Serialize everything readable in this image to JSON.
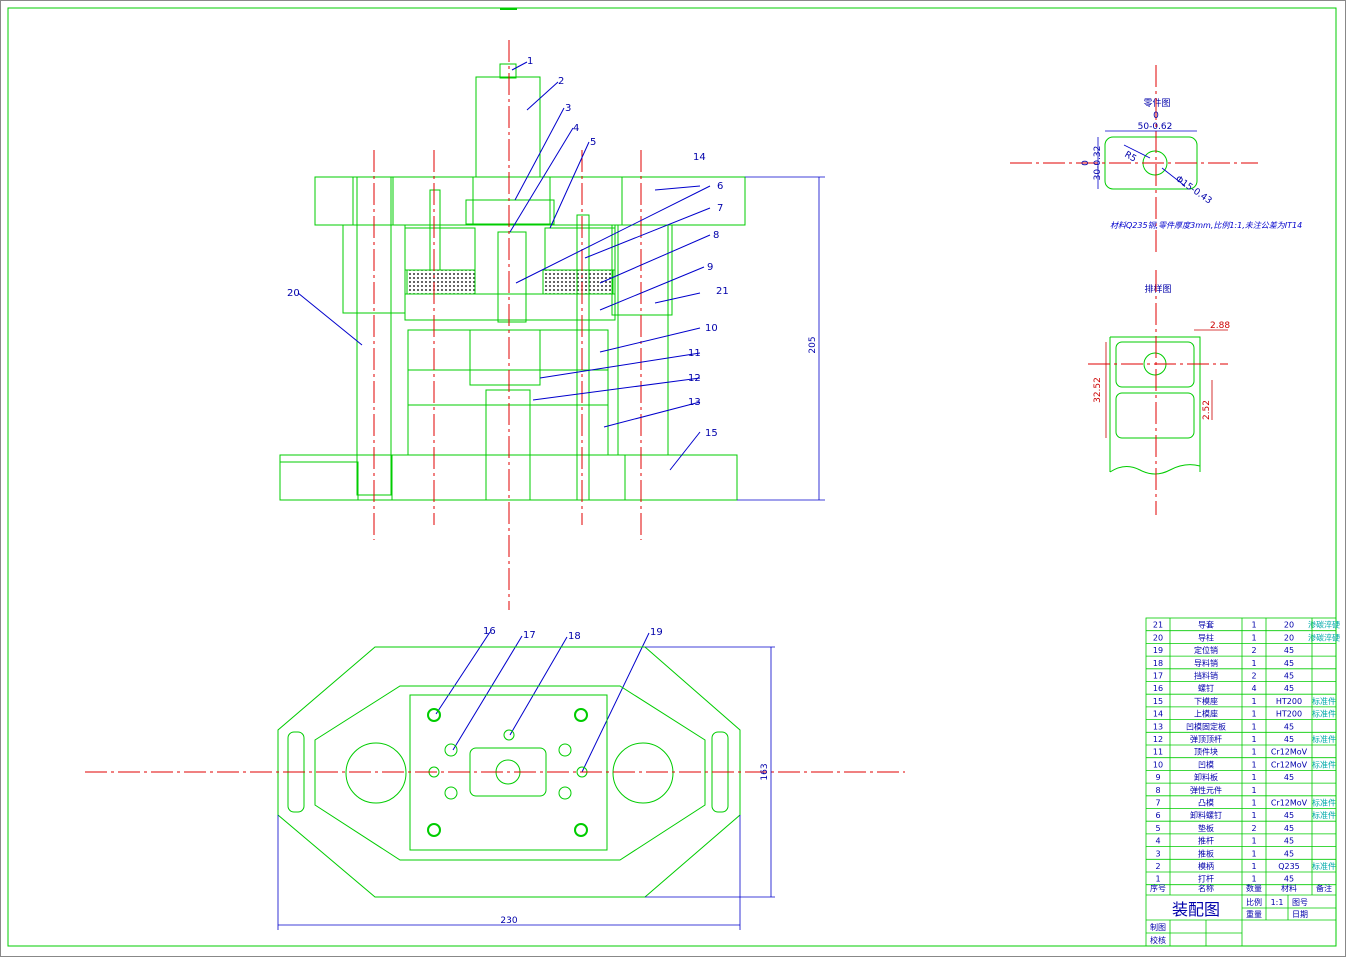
{
  "views": {
    "part_drawing": {
      "title": "零件图",
      "dims": [
        "0",
        "50-0.62",
        "0",
        "30-0.32",
        "R5",
        "Φ15-0.43"
      ]
    },
    "note": "材料Q235钢,零件厚度3mm,比例1:1,未注公差为IT14",
    "strip_layout": {
      "title": "排样图",
      "dims": [
        "2.88",
        "32.52",
        "2.52"
      ]
    },
    "main_view": {
      "height_dim": "205"
    },
    "top_view": {
      "width_dim": "230",
      "height_dim": "163"
    }
  },
  "callouts": [
    "1",
    "2",
    "3",
    "4",
    "5",
    "6",
    "7",
    "8",
    "9",
    "10",
    "11",
    "12",
    "13",
    "14",
    "15",
    "16",
    "17",
    "18",
    "19",
    "20",
    "21"
  ],
  "bom": {
    "rows": [
      {
        "no": "21",
        "name": "导套",
        "qty": "1",
        "mat": "20",
        "note": "渗碳淬硬"
      },
      {
        "no": "20",
        "name": "导柱",
        "qty": "1",
        "mat": "20",
        "note": "渗碳淬硬"
      },
      {
        "no": "19",
        "name": "定位销",
        "qty": "2",
        "mat": "45",
        "note": ""
      },
      {
        "no": "18",
        "name": "导料销",
        "qty": "1",
        "mat": "45",
        "note": ""
      },
      {
        "no": "17",
        "name": "挡料销",
        "qty": "2",
        "mat": "45",
        "note": ""
      },
      {
        "no": "16",
        "name": "螺钉",
        "qty": "4",
        "mat": "45",
        "note": ""
      },
      {
        "no": "15",
        "name": "下模座",
        "qty": "1",
        "mat": "HT200",
        "note": "标准件"
      },
      {
        "no": "14",
        "name": "上模座",
        "qty": "1",
        "mat": "HT200",
        "note": "标准件"
      },
      {
        "no": "13",
        "name": "凹模固定板",
        "qty": "1",
        "mat": "45",
        "note": ""
      },
      {
        "no": "12",
        "name": "弹顶顶杆",
        "qty": "1",
        "mat": "45",
        "note": "标准件"
      },
      {
        "no": "11",
        "name": "顶件块",
        "qty": "1",
        "mat": "Cr12MoV",
        "note": ""
      },
      {
        "no": "10",
        "name": "凹模",
        "qty": "1",
        "mat": "Cr12MoV",
        "note": "标准件"
      },
      {
        "no": "9",
        "name": "卸料板",
        "qty": "1",
        "mat": "45",
        "note": ""
      },
      {
        "no": "8",
        "name": "弹性元件",
        "qty": "1",
        "mat": "",
        "note": ""
      },
      {
        "no": "7",
        "name": "凸模",
        "qty": "1",
        "mat": "Cr12MoV",
        "note": "标准件"
      },
      {
        "no": "6",
        "name": "卸料螺钉",
        "qty": "1",
        "mat": "45",
        "note": "标准件"
      },
      {
        "no": "5",
        "name": "垫板",
        "qty": "2",
        "mat": "45",
        "note": ""
      },
      {
        "no": "4",
        "name": "推杆",
        "qty": "1",
        "mat": "45",
        "note": ""
      },
      {
        "no": "3",
        "name": "推板",
        "qty": "1",
        "mat": "45",
        "note": ""
      },
      {
        "no": "2",
        "name": "模柄",
        "qty": "1",
        "mat": "Q235",
        "note": "标准件"
      },
      {
        "no": "1",
        "name": "打杆",
        "qty": "1",
        "mat": "45",
        "note": ""
      }
    ],
    "header": {
      "no": "序号",
      "name": "名称",
      "qty": "数量",
      "mat": "材料",
      "note": "备注"
    },
    "title": "装配图",
    "scale_label": "比例",
    "scale_value": "1:1",
    "drawing_no_label": "图号",
    "weight_label": "重量",
    "date_label": "日期",
    "drawn_label": "制图",
    "checked_label": "校核"
  },
  "colors": {
    "outline": "#00cc00",
    "centerline": "#e00000",
    "dimension": "#0000cc"
  }
}
